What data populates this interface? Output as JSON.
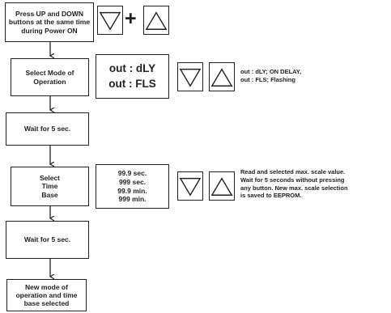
{
  "steps": [
    "Press UP and DOWN buttons at the same time during Power ON",
    "Select Mode of Operation",
    "Wait for 5 sec.",
    "Select Time Base",
    "Wait for 5 sec.",
    "New mode of operation and time base selected"
  ],
  "plus_sign": "+",
  "mode_display": [
    "out : dLY",
    "out : FLS"
  ],
  "mode_note": [
    "out : dLY; ON DELAY,",
    "out : FLS; Flashing"
  ],
  "timebase_display": [
    "99.9 sec.",
    "999 sec.",
    "99.9 min.",
    "999 min."
  ],
  "timebase_note": [
    "Read and selected max. scale value.",
    "Wait for 5 seconds without pressing",
    "any button. New max. scale selection",
    "is saved to EEPROM."
  ],
  "icons": {
    "down_button": "down-triangle-icon",
    "up_button": "up-triangle-icon"
  }
}
